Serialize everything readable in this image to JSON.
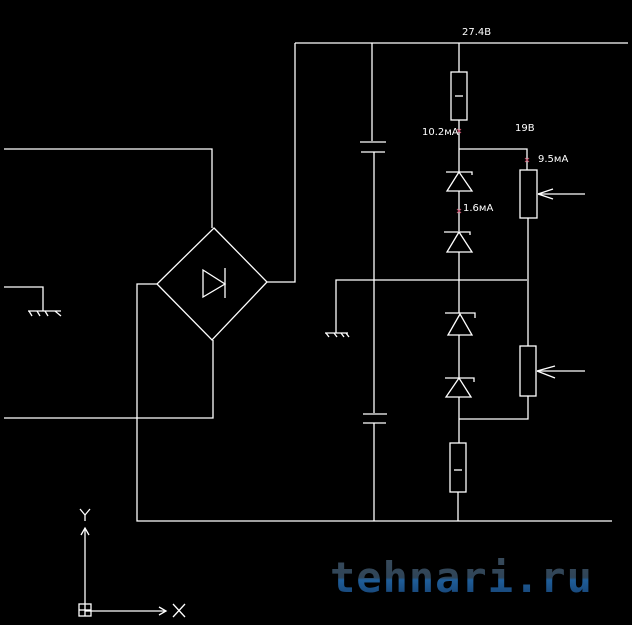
{
  "diagram": {
    "type": "circuit-schematic",
    "background": "#000000",
    "line_color": "#ffffff",
    "labels": {
      "supply_voltage": "27.4В",
      "output_voltage": "19В",
      "current_resistor": "10.2мА",
      "current_pot": "9.5мА",
      "current_zener": "1.6мА"
    },
    "components": [
      {
        "id": "bridge",
        "kind": "diode-bridge"
      },
      {
        "id": "C1",
        "kind": "capacitor"
      },
      {
        "id": "C2",
        "kind": "capacitor"
      },
      {
        "id": "R1",
        "kind": "resistor"
      },
      {
        "id": "R2",
        "kind": "resistor"
      },
      {
        "id": "VD1",
        "kind": "zener-diode"
      },
      {
        "id": "VD2",
        "kind": "zener-diode"
      },
      {
        "id": "VD3",
        "kind": "zener-diode"
      },
      {
        "id": "VD4",
        "kind": "zener-diode"
      },
      {
        "id": "RP1",
        "kind": "potentiometer"
      },
      {
        "id": "RP2",
        "kind": "potentiometer"
      },
      {
        "id": "GND1",
        "kind": "ground"
      },
      {
        "id": "GND2",
        "kind": "ground"
      }
    ],
    "ucs_icon": {
      "x_label": "X",
      "y_label": "Y"
    },
    "watermark": {
      "text": "tehnari.ru",
      "color": "#2b5a86"
    }
  }
}
